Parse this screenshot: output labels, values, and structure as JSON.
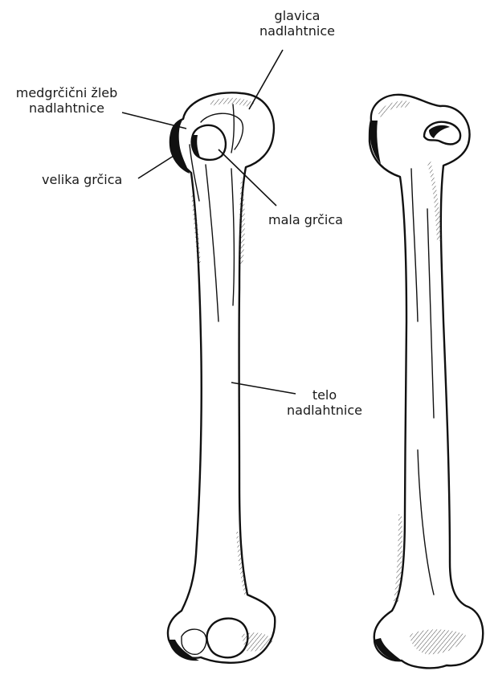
{
  "labels": {
    "head": {
      "line1": "glavica",
      "line2": "nadlahtnice"
    },
    "groove": {
      "line1": "medgrčični žleb",
      "line2": "nadlahtnice"
    },
    "greater_tubercle": {
      "line1": "velika grčica"
    },
    "lesser_tubercle": {
      "line1": "mala grčica"
    },
    "shaft": {
      "line1": "telo",
      "line2": "nadlahtnice"
    }
  }
}
